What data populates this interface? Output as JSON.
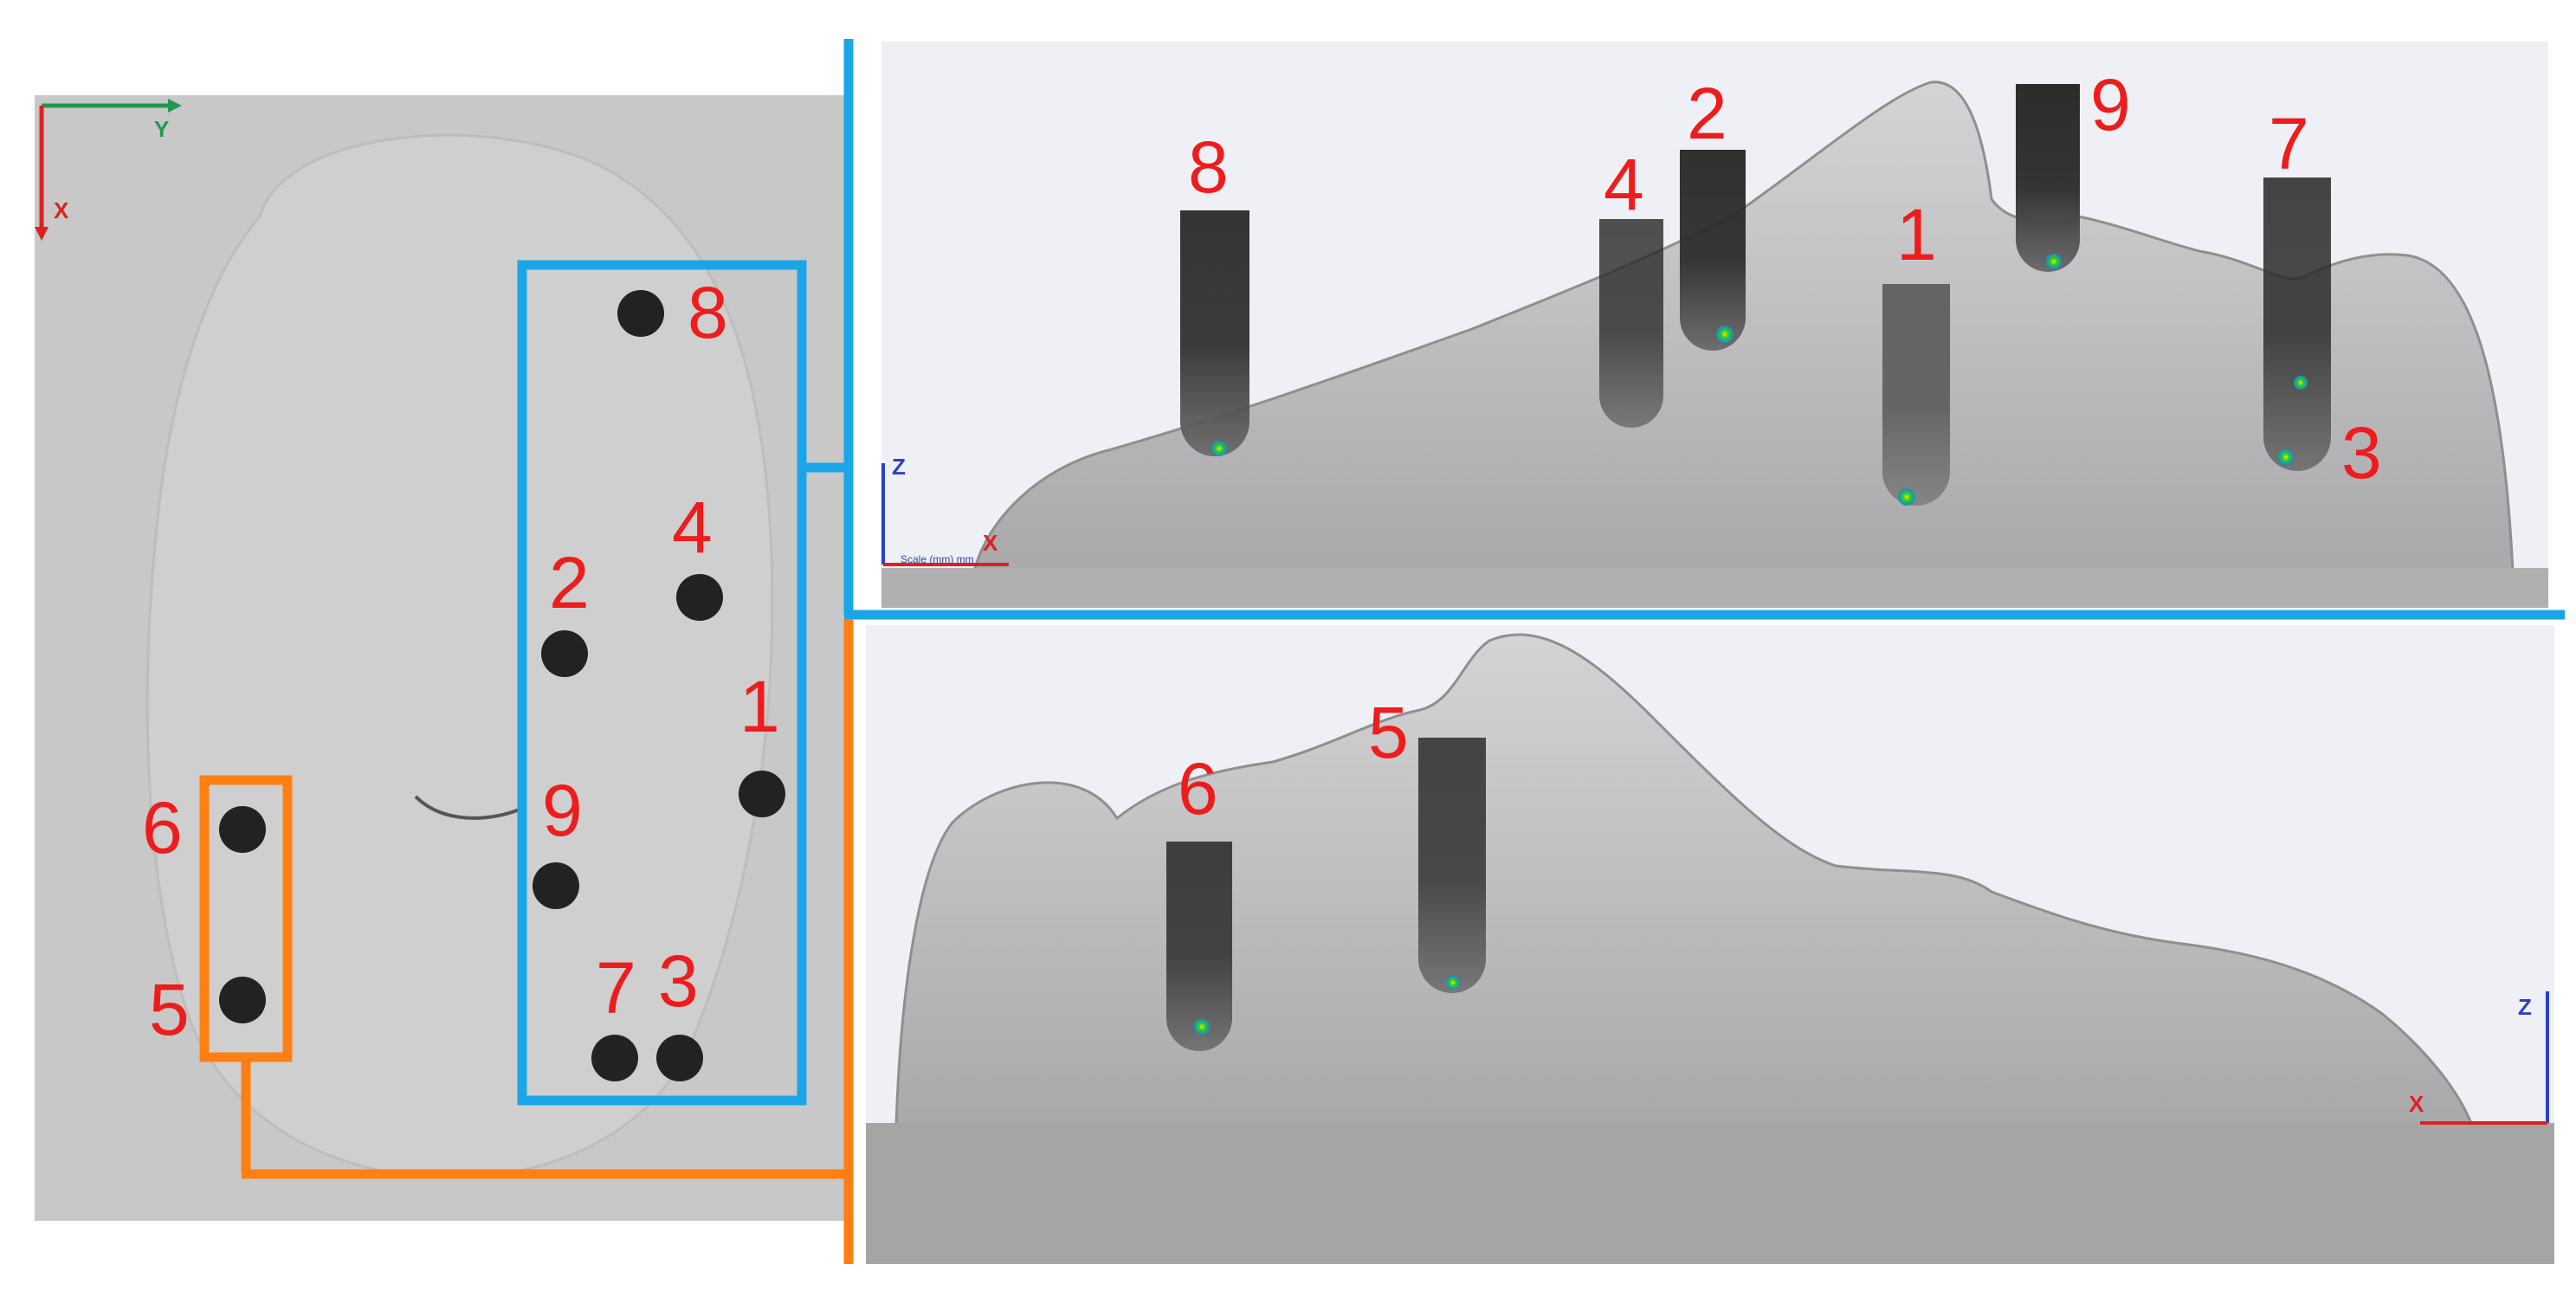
{
  "colors": {
    "label": "#ee1c1c",
    "blue_frame": "#1aa6e6",
    "orange_frame": "#ff7f12",
    "probe": "#2b2b2b",
    "dot": "#222222",
    "panel_bg": "#c7c7c7",
    "view_bg": "#eef0f5",
    "face": "#b9b9bb",
    "base": "#a8a8a8",
    "axis_x": "#e02020",
    "axis_y": "#1f9a4c",
    "axis_z": "#2b3fc8"
  },
  "top_view": {
    "axes": {
      "x_label": "X",
      "y_label": "Y"
    },
    "points": [
      {
        "label": "8"
      },
      {
        "label": "4"
      },
      {
        "label": "2"
      },
      {
        "label": "1"
      },
      {
        "label": "9"
      },
      {
        "label": "7"
      },
      {
        "label": "3"
      },
      {
        "label": "6"
      },
      {
        "label": "5"
      }
    ]
  },
  "side_view_upper": {
    "axes": {
      "z_label": "Z",
      "x_label": "X",
      "units_text": "Scale (mm) mm"
    },
    "probes": [
      {
        "label": "8"
      },
      {
        "label": "4"
      },
      {
        "label": "2"
      },
      {
        "label": "1"
      },
      {
        "label": "9"
      },
      {
        "label": "7"
      },
      {
        "label": "3"
      }
    ]
  },
  "side_view_lower": {
    "axes": {
      "z_label": "Z",
      "x_label": "X"
    },
    "probes": [
      {
        "label": "6"
      },
      {
        "label": "5"
      }
    ]
  }
}
